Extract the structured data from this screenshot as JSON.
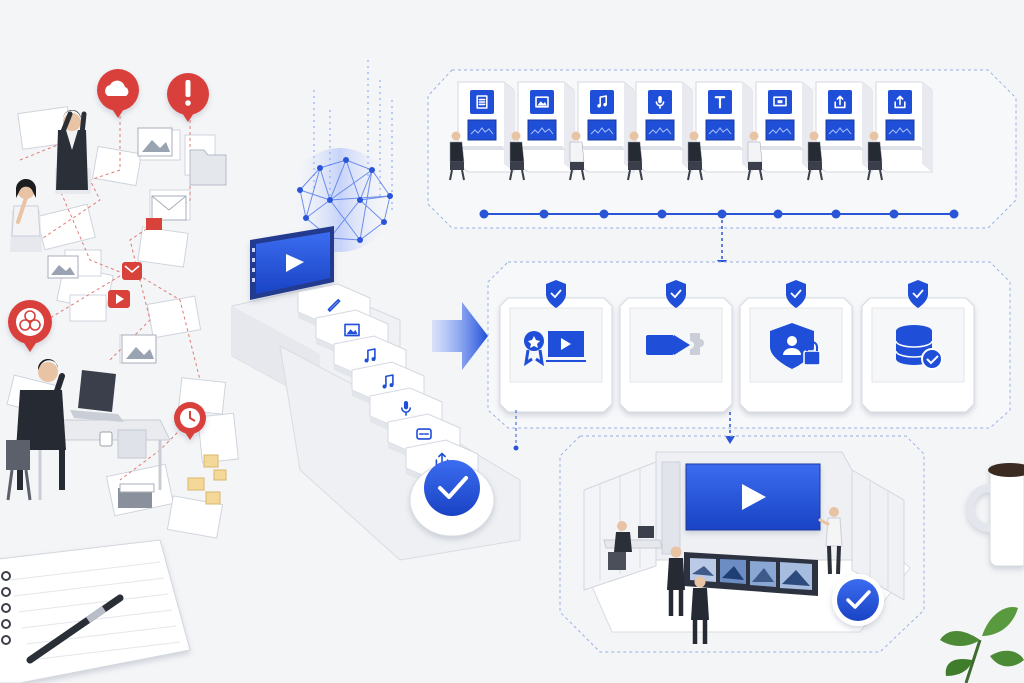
{
  "palette": {
    "background": "#f4f5f7",
    "accent_blue": "#1f4fd8",
    "alert_red": "#d9413b",
    "panel_white": "#ffffff",
    "panel_border": "#d7dbe3",
    "connector": "#2a55d6",
    "dashed_guide": "#9ab0e6"
  },
  "chaos_zone": {
    "people": [
      "stressed-standing-person",
      "worried-person",
      "frustrated-person-at-laptop"
    ],
    "alert_pins": [
      "cloud-icon",
      "exclamation-icon",
      "pattern-icon",
      "clock-icon"
    ],
    "small_red_badges": [
      "mail-icon",
      "play-icon"
    ]
  },
  "ingest_pipeline": {
    "hero_icon": "play-icon",
    "steps": [
      "pen-icon",
      "image-icon",
      "music-icon",
      "music-icon",
      "microphone-icon",
      "caption-icon",
      "export-icon"
    ],
    "final_icon": "checkmark-icon"
  },
  "workstations": {
    "icons": [
      "document-icon",
      "image-icon",
      "music-note-icon",
      "microphone-icon",
      "text-icon",
      "screen-icon",
      "upload-icon",
      "export-icon"
    ]
  },
  "governance": {
    "cards": [
      "award-video-icon",
      "transfer-icon",
      "security-lock-icon",
      "database-check-icon"
    ],
    "badge_icon": "shield-check-icon"
  },
  "studio": {
    "screen_icon": "play-icon",
    "final_badge_icon": "checkmark-icon"
  }
}
